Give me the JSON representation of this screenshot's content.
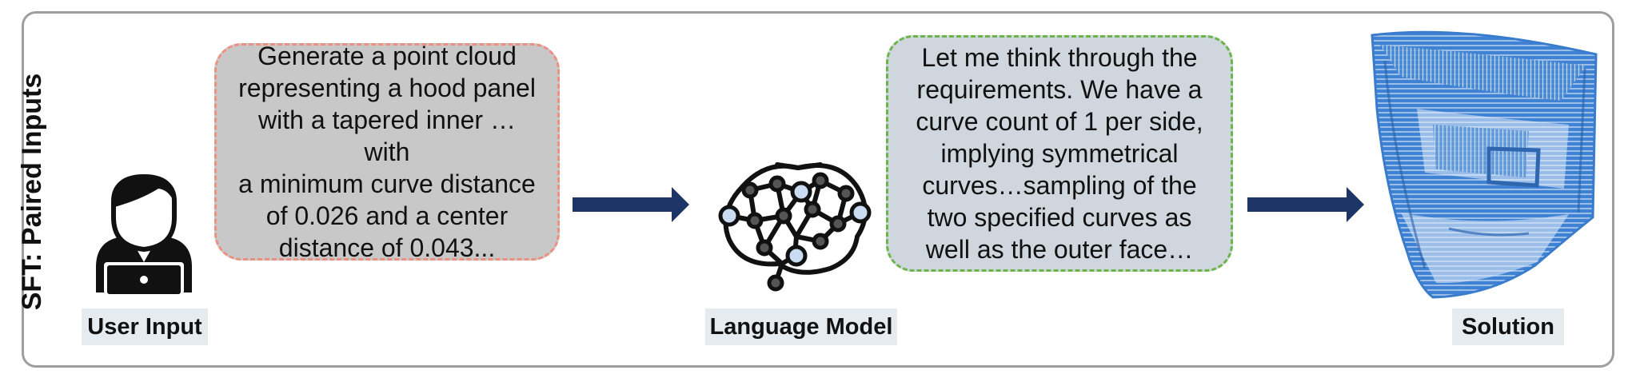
{
  "side_label": "SFT: Paired Inputs",
  "user_prompt": {
    "lines": [
      "Generate a point cloud",
      "representing a hood panel",
      "with a tapered inner … with",
      "a minimum curve distance",
      "of 0.026 and a center",
      "distance of 0.043..."
    ]
  },
  "model_response": {
    "lines": [
      "Let me think through the",
      "requirements. We have a",
      "curve count of 1 per side,",
      "implying symmetrical",
      "curves…sampling of the",
      "two specified curves as",
      "well as the outer face…"
    ]
  },
  "labels": {
    "user": "User Input",
    "model": "Language Model",
    "solution": "Solution"
  },
  "colors": {
    "arrow": "#1d3566",
    "user_bubble_border": "#ee8f80",
    "model_bubble_border": "#6bb548",
    "point_cloud": "#3f82d3"
  },
  "icons": [
    "user-laptop-icon",
    "brain-network-icon",
    "point-cloud-hood-panel"
  ]
}
